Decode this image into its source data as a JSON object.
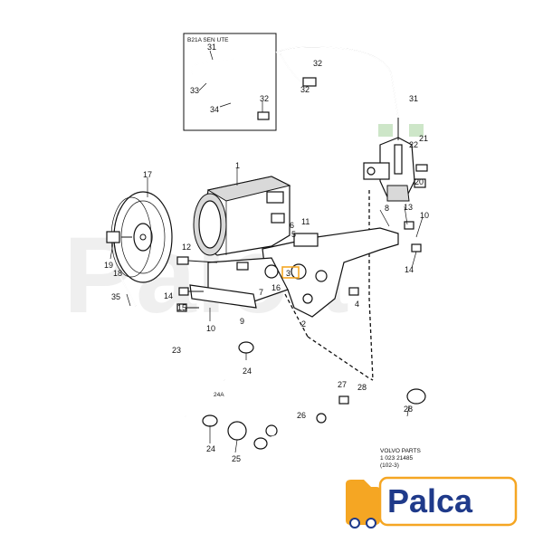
{
  "inset_title": "B21A SEN UTE",
  "callouts": [
    "31",
    "32",
    "33",
    "34",
    "32",
    "31",
    "32",
    "22",
    "21",
    "20",
    "1",
    "17",
    "12",
    "13",
    "10",
    "8",
    "11",
    "6",
    "5",
    "7",
    "3",
    "16",
    "4",
    "14",
    "19",
    "18",
    "14",
    "15",
    "35",
    "10",
    "9",
    "2",
    "23",
    "24",
    "24A",
    "27",
    "28",
    "28",
    "26",
    "24",
    "25"
  ],
  "part_ref": {
    "line1": "VOLVO PARTS",
    "line2": "1 023 21485",
    "line3": "(102-3)"
  },
  "logo": {
    "text": "Palca",
    "color": "#1f3a8a",
    "accent": "#f5a623"
  },
  "watermark": "Palca",
  "highlight_color": "#f5a623"
}
